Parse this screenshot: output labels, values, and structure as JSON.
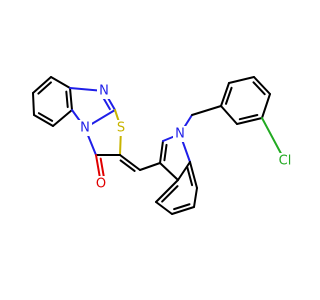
{
  "molecule": {
    "atoms": {
      "N_imine": "N",
      "S": "S",
      "N_bridge": "N",
      "O": "O",
      "N_indole": "N",
      "Cl": "Cl"
    },
    "colors": {
      "N": "#1f1fe8",
      "S": "#c8b400",
      "O": "#e00000",
      "Cl": "#22aa22",
      "C": "#000000"
    }
  }
}
